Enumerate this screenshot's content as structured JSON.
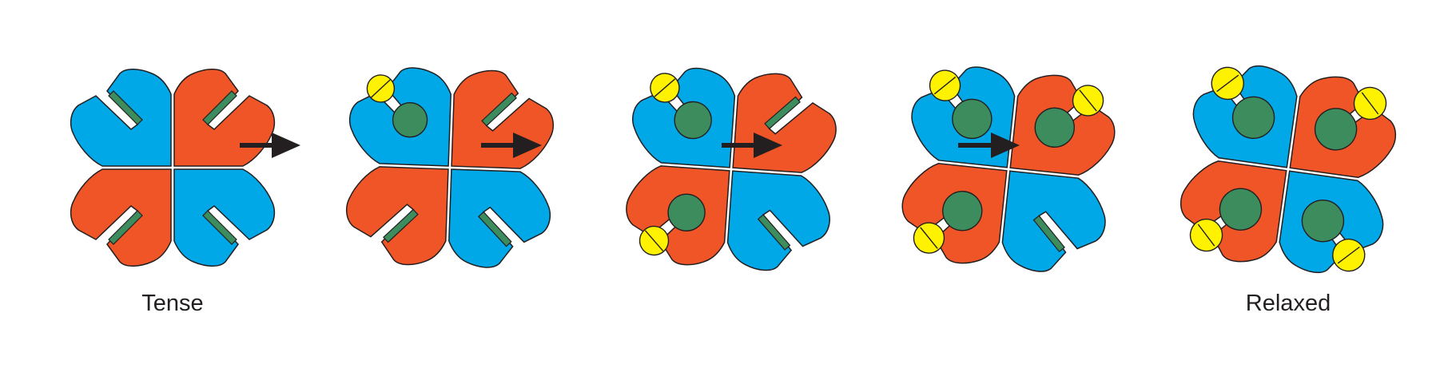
{
  "diagram": {
    "labels": {
      "start": "Tense",
      "end": "Relaxed"
    },
    "colors": {
      "blue_subunit": "#00a8e8",
      "red_subunit": "#ef5527",
      "heme_green": "#3d8c5e",
      "oxygen_yellow": "#fff200",
      "outline": "#231f20",
      "arrow": "#231f20"
    },
    "stages": [
      {
        "id": "stage-1",
        "ligand_slots_filled": 0
      },
      {
        "id": "stage-2",
        "ligand_slots_filled": 1
      },
      {
        "id": "stage-3",
        "ligand_slots_filled": 2
      },
      {
        "id": "stage-4",
        "ligand_slots_filled": 3
      },
      {
        "id": "stage-5",
        "ligand_slots_filled": 4
      }
    ],
    "arrow_count": 4
  }
}
